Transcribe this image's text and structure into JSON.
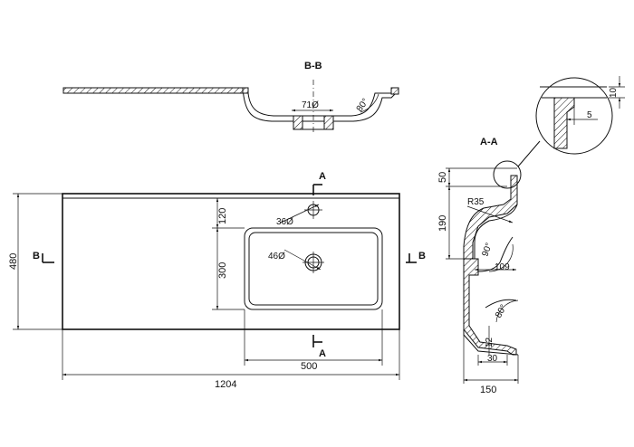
{
  "drawing": {
    "section_bb": "B-B",
    "section_aa": "A-A",
    "section_marks": {
      "a_top": "A",
      "a_bottom": "A",
      "b_left": "B",
      "b_right": "B"
    },
    "top_view": {
      "width_total": "1204",
      "height_total": "480",
      "basin_width": "500",
      "basin_depth": "300",
      "tap_offset": "120",
      "tap_hole": "36Ø",
      "drain_hole": "46Ø"
    },
    "bb_view": {
      "drain": "71Ø",
      "angle": "80°"
    },
    "aa_view": {
      "rim": "50",
      "height": "190",
      "radius": "R35",
      "depth_109": "109",
      "angle_90": "90°",
      "angle_80": "80°",
      "wall_12": "12",
      "lip_30": "30",
      "overall_150": "150"
    },
    "detail": {
      "thickness_10": "10",
      "edge_5": "5"
    }
  }
}
